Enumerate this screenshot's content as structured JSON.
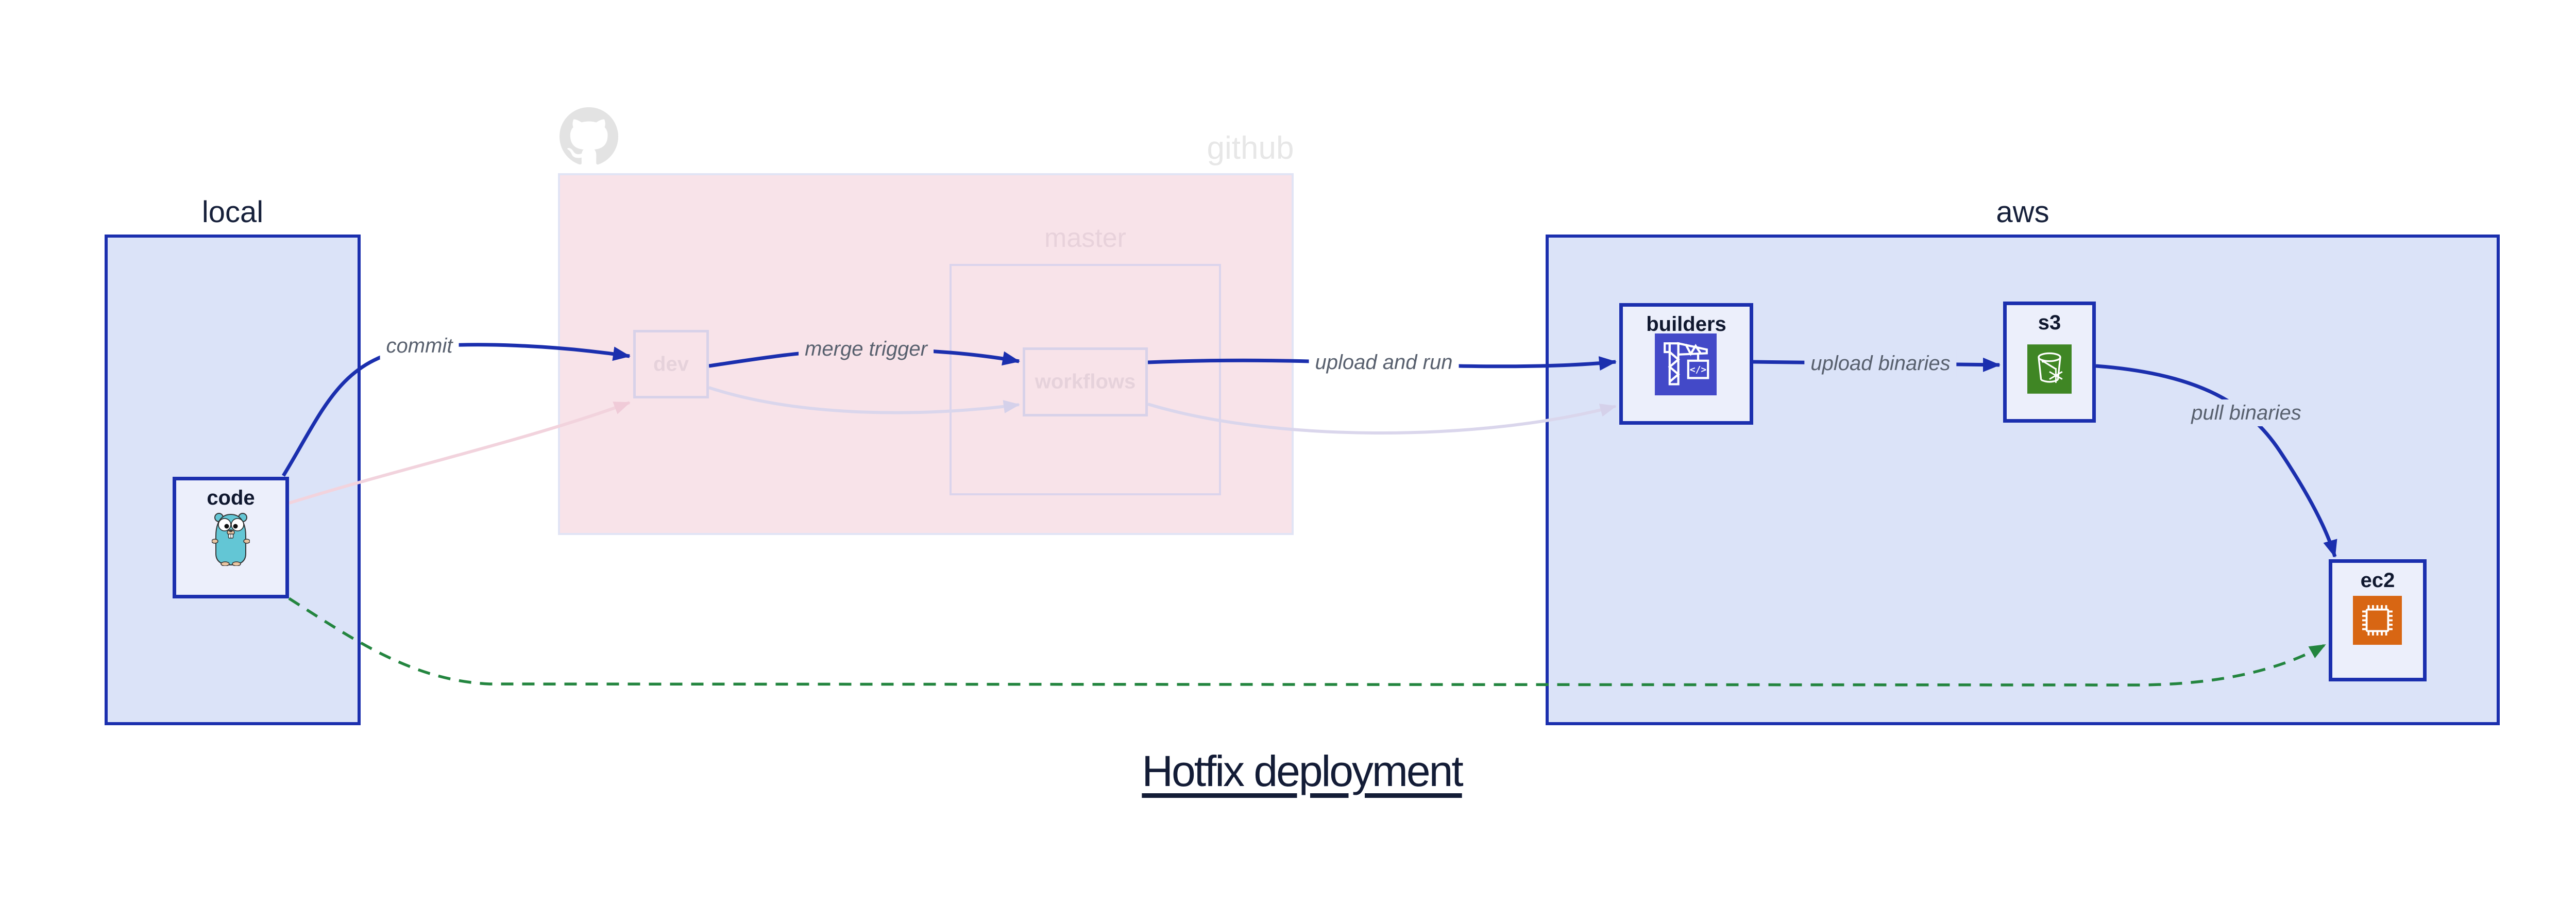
{
  "title": "Hotfix deployment",
  "containers": {
    "local": {
      "label": "local"
    },
    "github": {
      "label": "github"
    },
    "master": {
      "label": "master"
    },
    "aws": {
      "label": "aws"
    }
  },
  "nodes": {
    "code": {
      "label": "code",
      "icon": "go-gopher-icon"
    },
    "dev": {
      "label": "dev"
    },
    "workflows": {
      "label": "workflows"
    },
    "builders": {
      "label": "builders",
      "icon": "aws-codebuild-crane-icon"
    },
    "s3": {
      "label": "s3",
      "icon": "aws-s3-bucket-icon"
    },
    "ec2": {
      "label": "ec2",
      "icon": "aws-ec2-chip-icon"
    }
  },
  "edges": {
    "commit": {
      "label": "commit",
      "from": "code",
      "to": "dev",
      "style": "solid-blue"
    },
    "merge_trigger": {
      "label": "merge trigger",
      "from": "dev",
      "to": "workflows",
      "style": "solid-blue"
    },
    "upload_and_run": {
      "label": "upload and run",
      "from": "workflows",
      "to": "builders",
      "style": "solid-blue"
    },
    "upload_binaries": {
      "label": "upload binaries",
      "from": "builders",
      "to": "s3",
      "style": "solid-blue"
    },
    "pull_binaries": {
      "label": "pull binaries",
      "from": "s3",
      "to": "ec2",
      "style": "solid-blue"
    },
    "hotfix_path": {
      "label": "",
      "from": "code",
      "to": "ec2",
      "style": "dashed-green"
    },
    "ghost_commit": {
      "label": "",
      "from": "code",
      "to": "dev",
      "style": "faded-pink"
    },
    "ghost_merge_trigger": {
      "label": "",
      "from": "dev",
      "to": "workflows",
      "style": "faded-lavender"
    },
    "ghost_upload_and_run": {
      "label": "",
      "from": "workflows",
      "to": "builders",
      "style": "faded-lavender"
    }
  },
  "colors": {
    "primary_blue": "#1b2fae",
    "container_blue_fill": "#dbe3f8",
    "node_blue_fill": "#eceffb",
    "github_pink_fill": "#f8e3e9",
    "github_border_lavender": "#e1e4f5",
    "pink_node_border": "#d8d2e9",
    "faded_pink_edge": "#f2d3dd",
    "faded_lavender_edge": "#dad6ec",
    "green_dashed": "#23853f",
    "edge_label_gray": "#58606e",
    "ghost_text_gray": "#e7e7e7",
    "faded_pink_text": "#e6d2db",
    "title_navy": "#131c36",
    "codebuild_indigo": "#4349c8",
    "s3_green": "#3f8624",
    "ec2_orange": "#d86613",
    "gopher_teal": "#63c6d5",
    "octocat_gray": "#e3e3e3"
  }
}
